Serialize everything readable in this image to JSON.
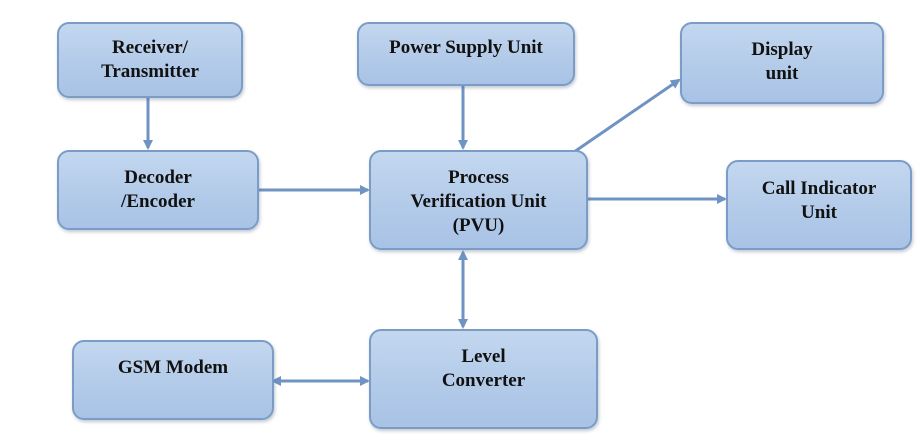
{
  "diagram": {
    "title": "GSM-based Process Verification System Block Diagram",
    "colors": {
      "box_fill": "#b3cbe9",
      "box_border": "#7a9cc6",
      "arrow": "#6f93c2",
      "text": "#111111"
    },
    "nodes": {
      "receiver": {
        "lines": [
          "Receiver/",
          "Transmitter"
        ]
      },
      "decoder": {
        "lines": [
          "Decoder",
          "/Encoder"
        ]
      },
      "power": {
        "lines": [
          "Power Supply Unit"
        ]
      },
      "pvu": {
        "lines": [
          "Process",
          "Verification Unit",
          "(PVU)"
        ]
      },
      "display": {
        "lines": [
          "Display",
          "unit"
        ]
      },
      "call": {
        "lines": [
          "Call Indicator",
          "Unit"
        ]
      },
      "gsm": {
        "lines": [
          "GSM Modem"
        ]
      },
      "level": {
        "lines": [
          "Level",
          "Converter"
        ]
      }
    },
    "edges": [
      {
        "from": "receiver",
        "to": "decoder",
        "type": "one-way"
      },
      {
        "from": "decoder",
        "to": "pvu",
        "type": "one-way"
      },
      {
        "from": "power",
        "to": "pvu",
        "type": "one-way"
      },
      {
        "from": "pvu",
        "to": "display",
        "type": "one-way"
      },
      {
        "from": "pvu",
        "to": "call",
        "type": "one-way"
      },
      {
        "from": "pvu",
        "to": "level",
        "type": "two-way"
      },
      {
        "from": "gsm",
        "to": "level",
        "type": "two-way"
      }
    ]
  }
}
